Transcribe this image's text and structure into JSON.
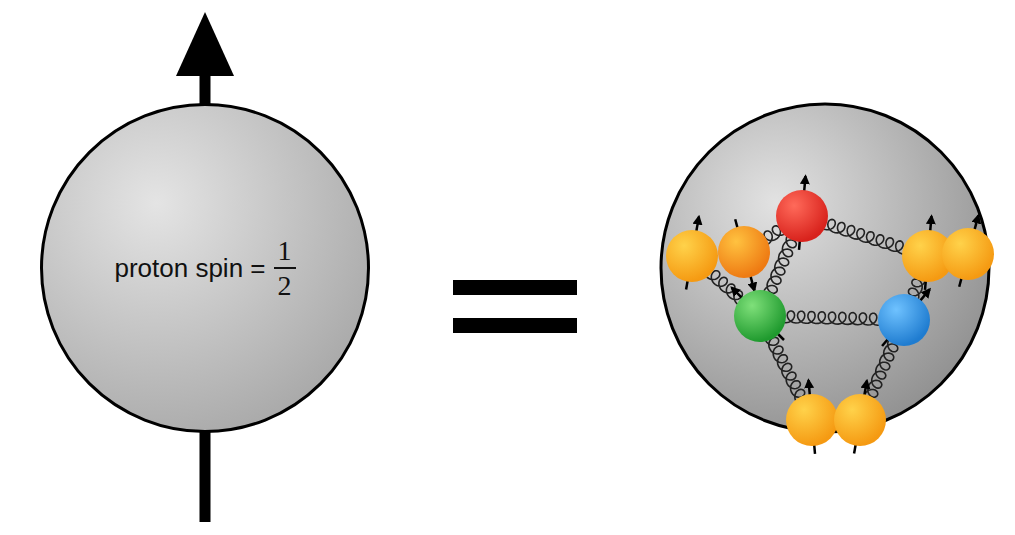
{
  "diagram": {
    "nodes": [
      {
        "text": [
          "proton spin =",
          "1",
          "2"
        ]
      }
    ]
  }
}
